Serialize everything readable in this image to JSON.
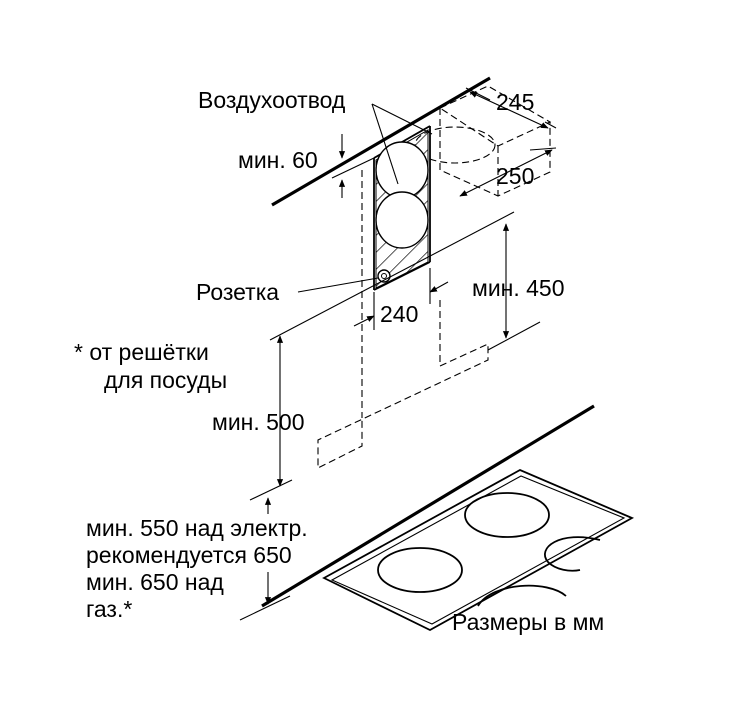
{
  "labels": {
    "air_outlet": "Воздухоотвод",
    "min_60": "мин. 60",
    "dim_245": "245",
    "dim_250": "250",
    "socket": "Розетка",
    "dim_240": "240",
    "min_450": "мин. 450",
    "from_grate_1": "* от решётки",
    "from_grate_2": "для посуды",
    "min_500": "мин. 500",
    "note_1": "мин. 550 над электр.",
    "note_2": "рекомендуется 650",
    "note_3": "мин. 650 над",
    "note_4": "газ.*",
    "units": "Размеры в мм"
  },
  "colors": {
    "ink": "#000000",
    "background": "#ffffff"
  }
}
